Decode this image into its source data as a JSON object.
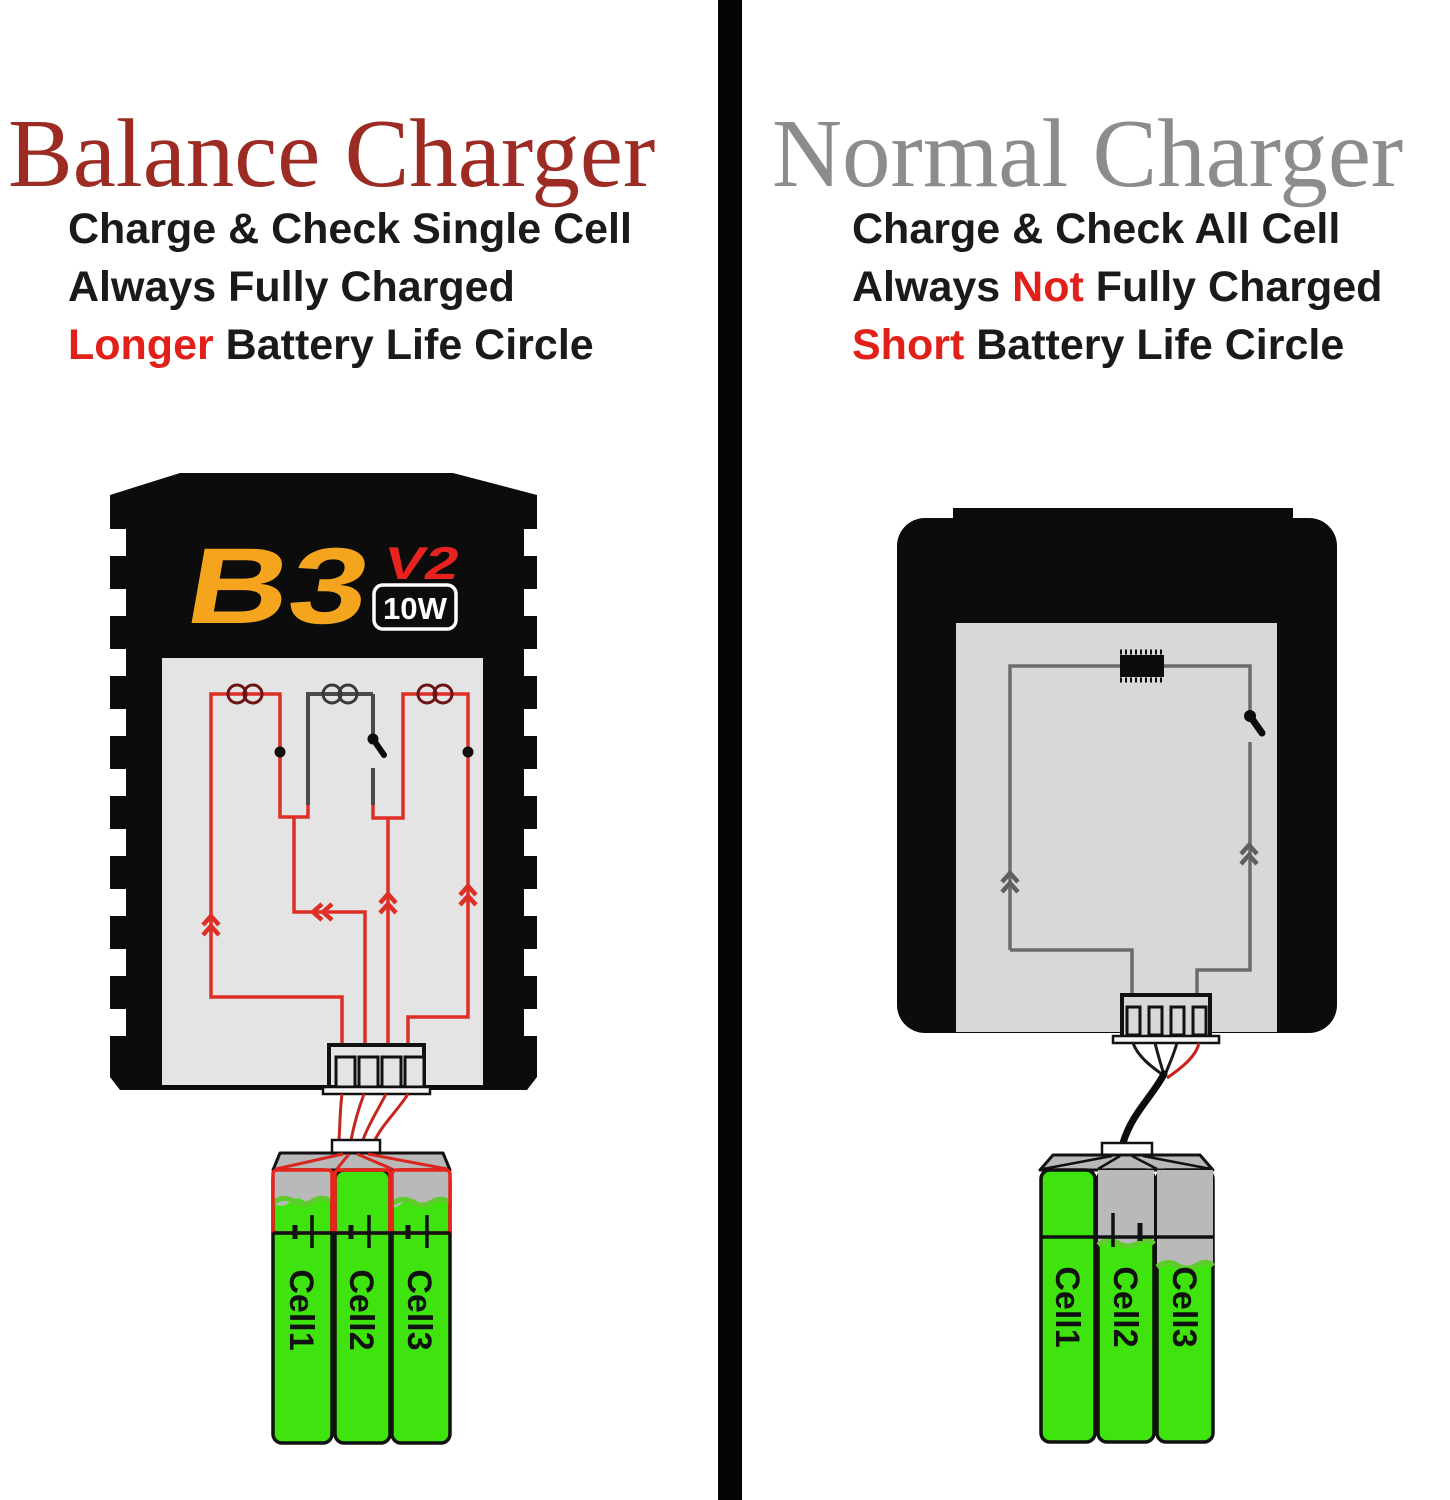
{
  "left": {
    "title": "Balance Charger",
    "description": {
      "line1": "Charge & Check Single Cell",
      "line2": "Always Fully Charged",
      "line3_highlight": "Longer",
      "line3_rest": " Battery Life Circle"
    },
    "charger": {
      "brand": "B3",
      "version": "V2",
      "power": "10W"
    },
    "battery": {
      "cells": [
        {
          "label": "Cell1",
          "charge": "full"
        },
        {
          "label": "Cell2",
          "charge": "full"
        },
        {
          "label": "Cell3",
          "charge": "full"
        }
      ]
    }
  },
  "right": {
    "title": "Normal Charger",
    "description": {
      "line1": "Charge & Check All Cell",
      "line2_pre": "Always ",
      "line2_highlight": "Not",
      "line2_rest": " Fully Charged",
      "line3_highlight": "Short",
      "line3_rest": " Battery Life Circle"
    },
    "battery": {
      "cells": [
        {
          "label": "Cell1",
          "charge": "full"
        },
        {
          "label": "Cell2",
          "charge": "partial"
        },
        {
          "label": "Cell3",
          "charge": "low"
        }
      ]
    }
  },
  "colors": {
    "title_left": "#9C2B24",
    "title_right": "#8C8C8C",
    "highlight_red": "#E2201A",
    "text": "#1A1A1A",
    "green_full": "#3FE40F",
    "battery_gray": "#B9B9B9",
    "circuit_red": "#DE2F26",
    "circuit_gray": "#4A4A4A",
    "brand_orange": "#F5A51D"
  }
}
